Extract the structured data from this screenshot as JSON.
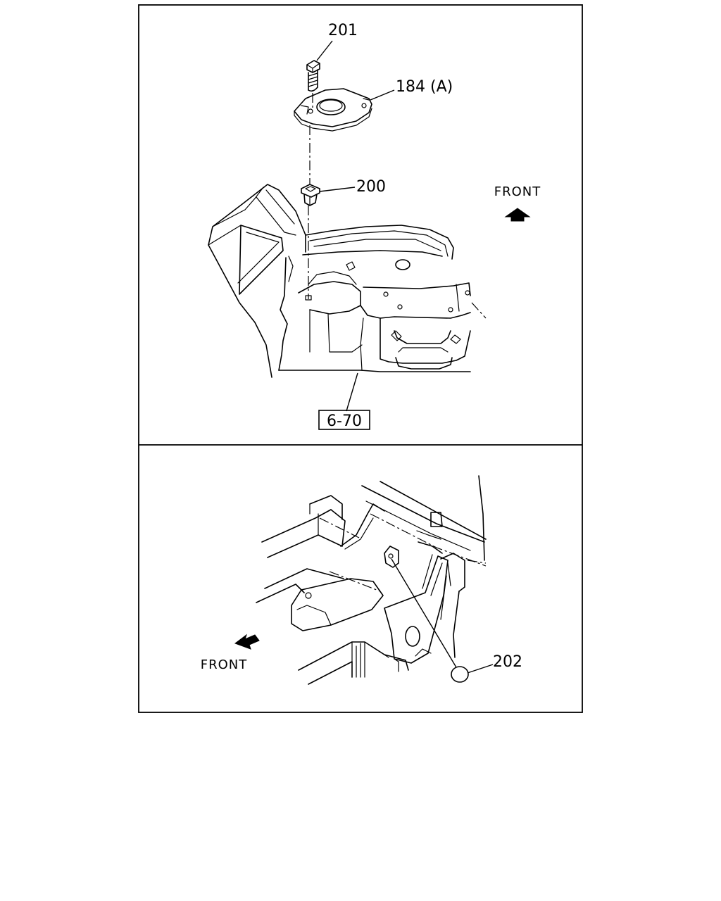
{
  "top_panel": {
    "callouts": {
      "bolt": "201",
      "bracket": "184 (A)",
      "nut": "200",
      "ref": "6-70"
    },
    "front_label": "FRONT"
  },
  "bottom_panel": {
    "callouts": {
      "plug": "202"
    },
    "front_label": "FRONT"
  }
}
